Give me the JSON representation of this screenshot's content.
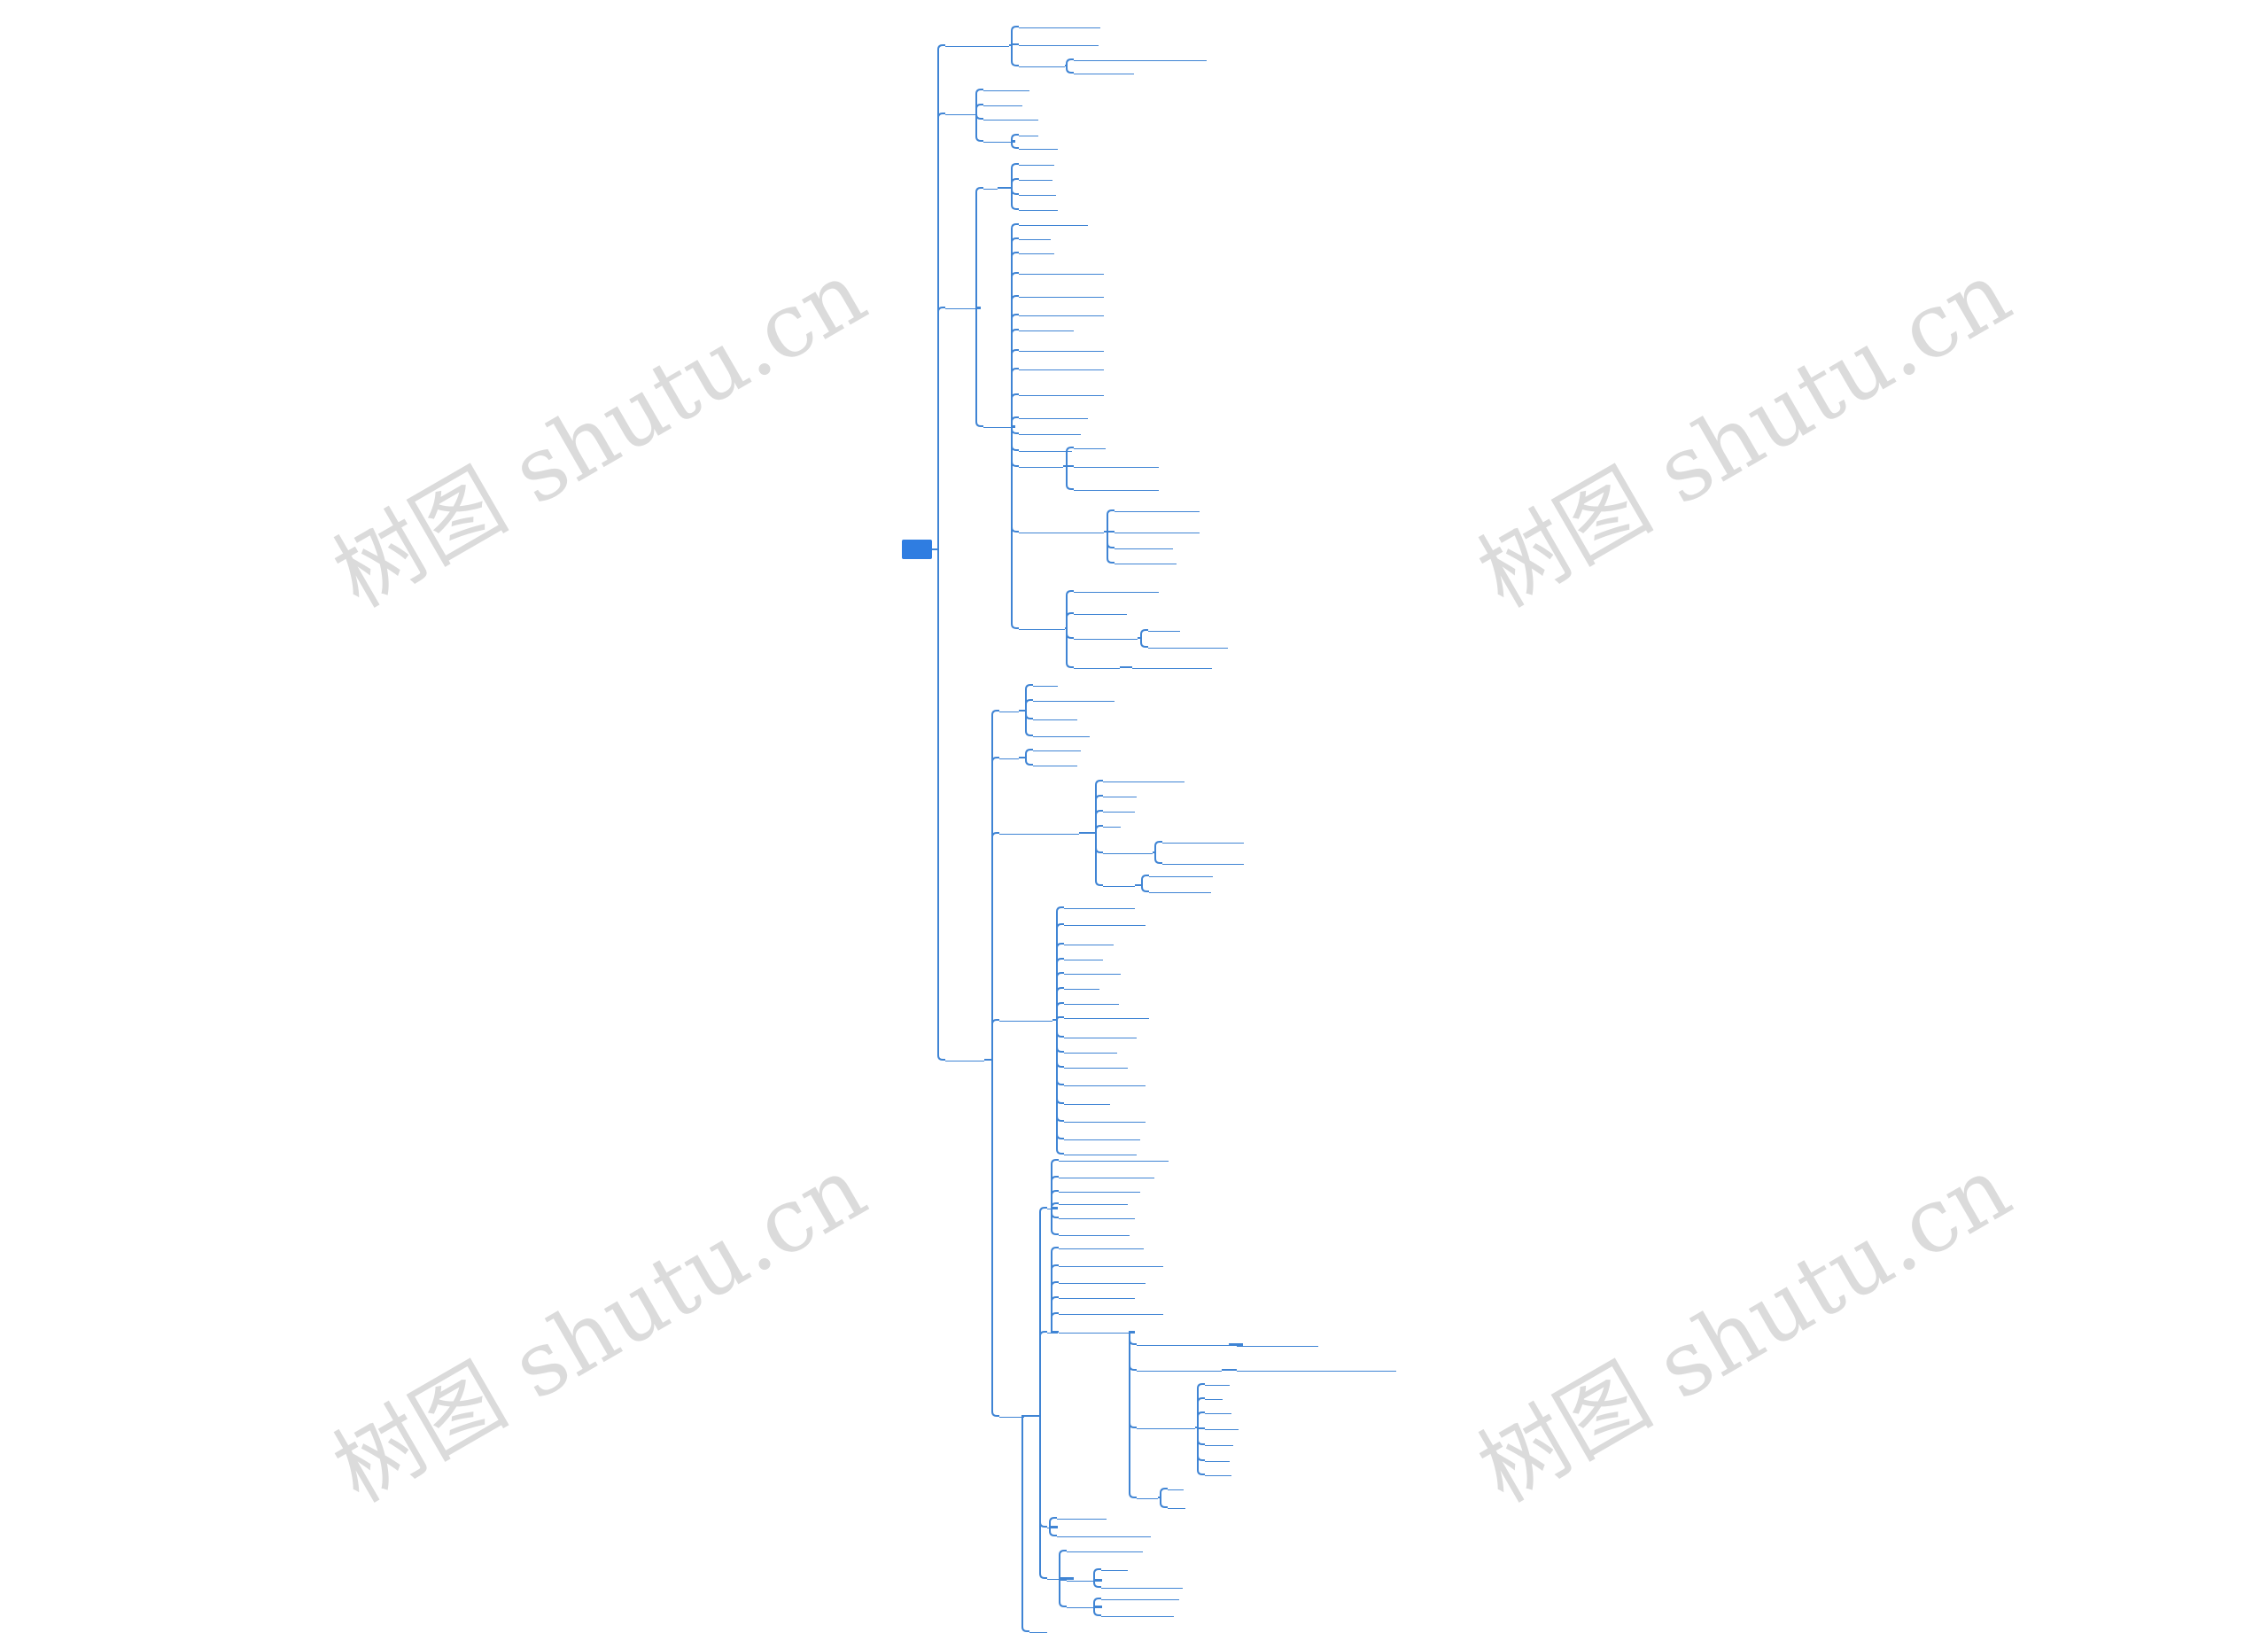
{
  "root": {
    "label": ""
  },
  "watermarks": [
    "树图 shutu.cn",
    "树图 shutu.cn",
    "树图 shutu.cn",
    "树图 shutu.cn"
  ],
  "colors": {
    "line": "#3f84d4",
    "root_fill": "#2f7de1",
    "node_text": "#2b4b86",
    "watermark": "#d0d0d0"
  },
  "tree": [
    {
      "id": "a",
      "t": "",
      "c": [
        {
          "id": "a1",
          "t": "",
          "c": []
        },
        {
          "id": "a2",
          "t": "",
          "c": []
        },
        {
          "id": "a3",
          "t": "",
          "c": [
            {
              "id": "a3a",
              "t": "",
              "c": []
            },
            {
              "id": "a3b",
              "t": "",
              "c": []
            }
          ]
        }
      ]
    },
    {
      "id": "b",
      "t": "",
      "c": [
        {
          "id": "b1",
          "t": "",
          "c": []
        },
        {
          "id": "b2",
          "t": "",
          "c": []
        },
        {
          "id": "b3",
          "t": "",
          "c": []
        },
        {
          "id": "b4",
          "t": "",
          "c": [
            {
              "id": "b4a",
              "t": "",
              "c": []
            },
            {
              "id": "b4b",
              "t": "",
              "c": []
            }
          ]
        }
      ]
    },
    {
      "id": "c",
      "t": "",
      "c": [
        {
          "id": "c1",
          "t": "",
          "c": [
            {
              "id": "c1a",
              "t": "",
              "c": []
            },
            {
              "id": "c1b",
              "t": "",
              "c": []
            },
            {
              "id": "c1c",
              "t": "",
              "c": []
            },
            {
              "id": "c1d",
              "t": "",
              "c": []
            }
          ]
        },
        {
          "id": "c2",
          "t": "",
          "c": [
            {
              "id": "c2a",
              "t": "",
              "c": []
            },
            {
              "id": "c2b",
              "t": "",
              "c": []
            },
            {
              "id": "c2c",
              "t": "",
              "c": []
            },
            {
              "id": "c2d",
              "t": "",
              "c": []
            },
            {
              "id": "c2e",
              "t": "",
              "c": []
            },
            {
              "id": "c2f",
              "t": "",
              "c": []
            },
            {
              "id": "c2g",
              "t": "",
              "c": []
            },
            {
              "id": "c2h",
              "t": "",
              "c": []
            },
            {
              "id": "c2i",
              "t": "",
              "c": []
            },
            {
              "id": "c2j",
              "t": "",
              "c": []
            },
            {
              "id": "c2k",
              "t": "",
              "c": []
            },
            {
              "id": "c2l",
              "t": "",
              "c": []
            },
            {
              "id": "c2m",
              "t": "",
              "c": []
            },
            {
              "id": "c2n",
              "t": "",
              "c": [
                {
                  "id": "c2n1",
                  "t": "",
                  "c": []
                },
                {
                  "id": "c2n2",
                  "t": "",
                  "c": []
                },
                {
                  "id": "c2n3",
                  "t": "",
                  "c": []
                }
              ]
            },
            {
              "id": "c2o",
              "t": "",
              "c": [
                {
                  "id": "c2o1",
                  "t": "",
                  "c": []
                },
                {
                  "id": "c2o2",
                  "t": "",
                  "c": []
                },
                {
                  "id": "c2o3",
                  "t": "",
                  "c": []
                },
                {
                  "id": "c2o4",
                  "t": "",
                  "c": []
                }
              ]
            },
            {
              "id": "c2p",
              "t": "",
              "c": [
                {
                  "id": "c2p1",
                  "t": "",
                  "c": []
                },
                {
                  "id": "c2p2",
                  "t": "",
                  "c": []
                },
                {
                  "id": "c2p3",
                  "t": "",
                  "c": [
                    {
                      "id": "c2p3a",
                      "t": "",
                      "c": []
                    },
                    {
                      "id": "c2p3b",
                      "t": "",
                      "c": []
                    }
                  ]
                },
                {
                  "id": "c2p4",
                  "t": "",
                  "c": [
                    {
                      "id": "c2p4a",
                      "t": "",
                      "c": []
                    }
                  ]
                }
              ]
            }
          ]
        }
      ]
    },
    {
      "id": "d",
      "t": "",
      "c": [
        {
          "id": "d1",
          "t": "",
          "c": [
            {
              "id": "d1a",
              "t": "",
              "c": []
            },
            {
              "id": "d1b",
              "t": "",
              "c": []
            },
            {
              "id": "d1c",
              "t": "",
              "c": []
            },
            {
              "id": "d1d",
              "t": "",
              "c": []
            }
          ]
        },
        {
          "id": "d2",
          "t": "",
          "c": [
            {
              "id": "d2a",
              "t": "",
              "c": []
            },
            {
              "id": "d2b",
              "t": "",
              "c": []
            }
          ]
        },
        {
          "id": "d3",
          "t": "",
          "c": [
            {
              "id": "d3a",
              "t": "",
              "c": []
            },
            {
              "id": "d3b",
              "t": "",
              "c": []
            },
            {
              "id": "d3c",
              "t": "",
              "c": []
            },
            {
              "id": "d3d",
              "t": "",
              "c": []
            },
            {
              "id": "d3e",
              "t": "",
              "c": [
                {
                  "id": "d3e1",
                  "t": "",
                  "c": []
                },
                {
                  "id": "d3e2",
                  "t": "",
                  "c": []
                }
              ]
            },
            {
              "id": "d3f",
              "t": "",
              "c": [
                {
                  "id": "d3f1",
                  "t": "",
                  "c": []
                },
                {
                  "id": "d3f2",
                  "t": "",
                  "c": []
                }
              ]
            }
          ]
        },
        {
          "id": "d4",
          "t": "",
          "c": [
            {
              "id": "d4a",
              "t": "",
              "c": []
            },
            {
              "id": "d4b",
              "t": "",
              "c": []
            },
            {
              "id": "d4c",
              "t": "",
              "c": []
            },
            {
              "id": "d4d",
              "t": "",
              "c": []
            },
            {
              "id": "d4e",
              "t": "",
              "c": []
            },
            {
              "id": "d4f",
              "t": "",
              "c": []
            },
            {
              "id": "d4g",
              "t": "",
              "c": []
            },
            {
              "id": "d4h",
              "t": "",
              "c": []
            },
            {
              "id": "d4i",
              "t": "",
              "c": []
            },
            {
              "id": "d4j",
              "t": "",
              "c": []
            },
            {
              "id": "d4k",
              "t": "",
              "c": []
            },
            {
              "id": "d4l",
              "t": "",
              "c": []
            },
            {
              "id": "d4m",
              "t": "",
              "c": []
            },
            {
              "id": "d4n",
              "t": "",
              "c": []
            },
            {
              "id": "d4o",
              "t": "",
              "c": []
            },
            {
              "id": "d4p",
              "t": "",
              "c": []
            }
          ]
        },
        {
          "id": "d5",
          "t": "",
          "c": [
            {
              "id": "d5a",
              "t": "",
              "c": [
                {
                  "id": "d5a1",
                  "t": "",
                  "c": []
                },
                {
                  "id": "d5a2",
                  "t": "",
                  "c": []
                },
                {
                  "id": "d5a3",
                  "t": "",
                  "c": []
                },
                {
                  "id": "d5a4",
                  "t": "",
                  "c": []
                },
                {
                  "id": "d5a5",
                  "t": "",
                  "c": []
                },
                {
                  "id": "d5a6",
                  "t": "",
                  "c": []
                }
              ]
            },
            {
              "id": "d5b",
              "t": "",
              "c": [
                {
                  "id": "d5b1",
                  "t": "",
                  "c": []
                },
                {
                  "id": "d5b2",
                  "t": "",
                  "c": []
                },
                {
                  "id": "d5b3",
                  "t": "",
                  "c": []
                },
                {
                  "id": "d5b4",
                  "t": "",
                  "c": []
                },
                {
                  "id": "d5b5",
                  "t": "",
                  "c": []
                },
                {
                  "id": "d5b6",
                  "t": "",
                  "c": [
                    {
                      "id": "d5b6a",
                      "t": "",
                      "c": [
                        {
                          "id": "d5b6a1",
                          "t": "",
                          "c": []
                        }
                      ]
                    },
                    {
                      "id": "d5b6b",
                      "t": "",
                      "c": [
                        {
                          "id": "d5b6b1",
                          "t": "",
                          "c": []
                        }
                      ]
                    },
                    {
                      "id": "d5b6c",
                      "t": "",
                      "c": [
                        {
                          "id": "d5b6c1",
                          "t": "",
                          "c": []
                        },
                        {
                          "id": "d5b6c2",
                          "t": "",
                          "c": []
                        },
                        {
                          "id": "d5b6c3",
                          "t": "",
                          "c": []
                        },
                        {
                          "id": "d5b6c4",
                          "t": "",
                          "c": []
                        },
                        {
                          "id": "d5b6c5",
                          "t": "",
                          "c": []
                        },
                        {
                          "id": "d5b6c6",
                          "t": "",
                          "c": []
                        },
                        {
                          "id": "d5b6c7",
                          "t": "",
                          "c": []
                        }
                      ]
                    },
                    {
                      "id": "d5b6d",
                      "t": "",
                      "c": [
                        {
                          "id": "d5b6d1",
                          "t": "",
                          "c": []
                        },
                        {
                          "id": "d5b6d2",
                          "t": "",
                          "c": []
                        }
                      ]
                    }
                  ]
                }
              ]
            },
            {
              "id": "d5c",
              "t": "",
              "c": [
                {
                  "id": "d5c1",
                  "t": "",
                  "c": []
                },
                {
                  "id": "d5c2",
                  "t": "",
                  "c": []
                }
              ]
            },
            {
              "id": "d5d",
              "t": "",
              "c": [
                {
                  "id": "d5d1",
                  "t": "",
                  "c": []
                },
                {
                  "id": "d5d2",
                  "t": "",
                  "c": [
                    {
                      "id": "d5d2a",
                      "t": "",
                      "c": []
                    },
                    {
                      "id": "d5d2b",
                      "t": "",
                      "c": []
                    }
                  ]
                },
                {
                  "id": "d5d3",
                  "t": "",
                  "c": [
                    {
                      "id": "d5d3a",
                      "t": "",
                      "c": []
                    },
                    {
                      "id": "d5d3b",
                      "t": "",
                      "c": []
                    }
                  ]
                }
              ]
            },
            {
              "id": "d5e",
              "t": "",
              "c": []
            }
          ]
        }
      ]
    }
  ]
}
